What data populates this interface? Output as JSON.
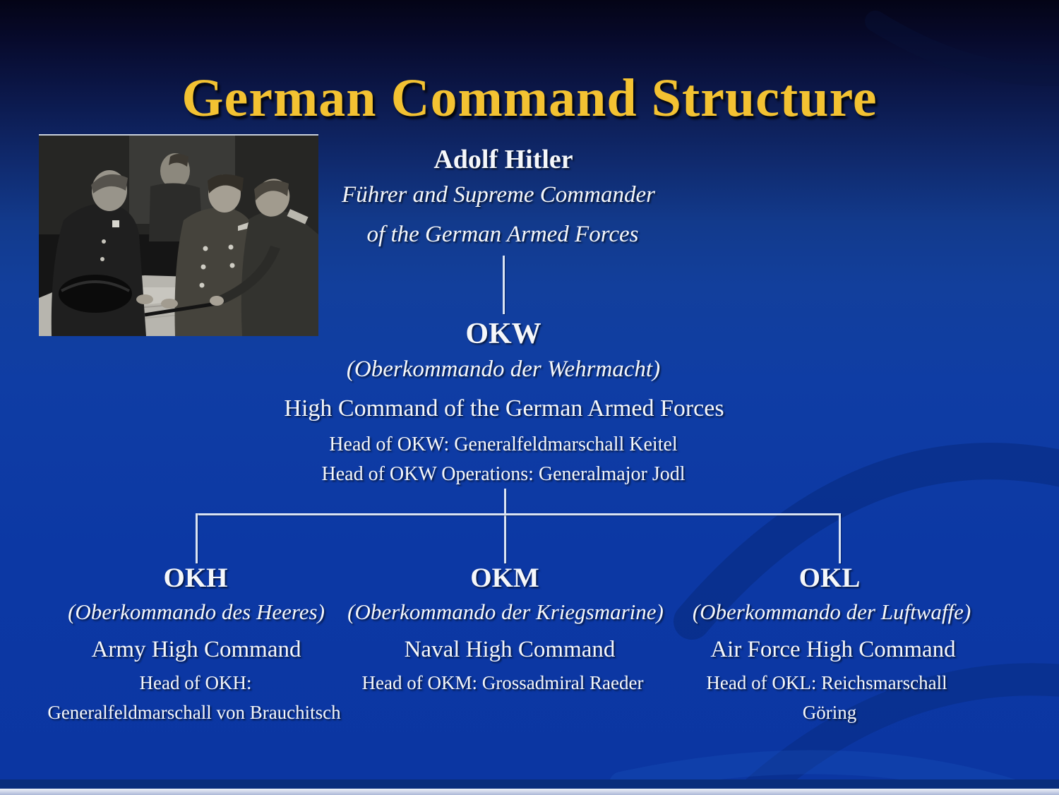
{
  "slide": {
    "title": "German Command Structure"
  },
  "leader": {
    "name": "Adolf Hitler",
    "role_line1": "Führer and Supreme Commander",
    "role_line2": "of the German Armed Forces"
  },
  "okw": {
    "abbr": "OKW",
    "german_name": "(Oberkommando der Wehrmacht)",
    "english_name": "High Command of the German Armed Forces",
    "head_line1": "Head of OKW: Generalfeldmarschall Keitel",
    "head_line2": "Head of OKW Operations: Generalmajor Jodl"
  },
  "okh": {
    "abbr": "OKH",
    "german_name": "(Oberkommando des Heeres)",
    "english_name": "Army High Command",
    "head_line1": "Head of OKH:",
    "head_line2": "Generalfeldmarschall von Brauchitsch"
  },
  "okm": {
    "abbr": "OKM",
    "german_name": "(Oberkommando der Kriegsmarine)",
    "english_name": "Naval High Command",
    "head_line1": "Head of OKM: Grossadmiral Raeder"
  },
  "okl": {
    "abbr": "OKL",
    "german_name": "(Oberkommando der Luftwaffe)",
    "english_name": "Air Force High Command",
    "head_line1": "Head of OKL: Reichsmarschall",
    "head_line2": "Göring"
  },
  "photo": {
    "description": "Black-and-white photograph of Adolf Hitler and officers studying a map table"
  },
  "colors": {
    "background_blue": "#0b38a0",
    "background_top": "#040416",
    "title_gold": "#f3c232",
    "text_white": "#f5f7fa",
    "connector": "#d9e3f3"
  }
}
